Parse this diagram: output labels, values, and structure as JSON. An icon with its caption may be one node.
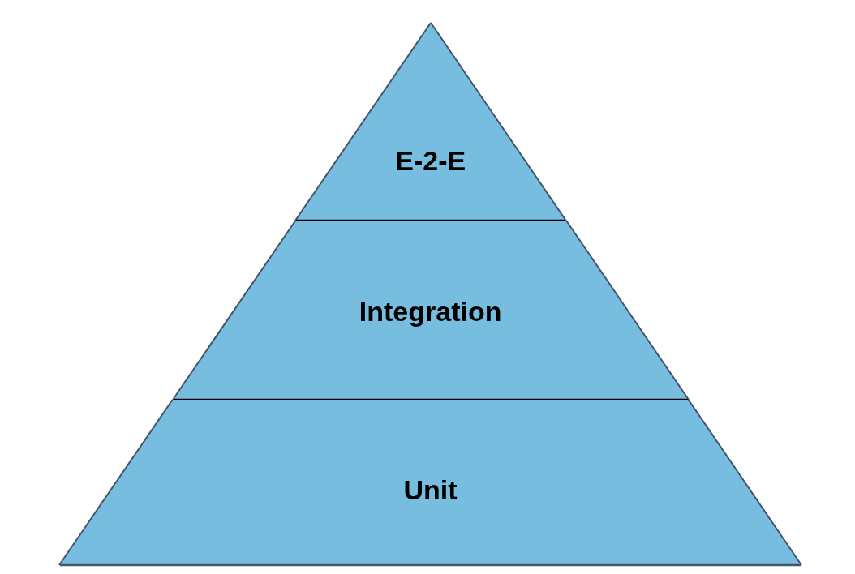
{
  "diagram": {
    "nodes": [
      {
        "text": [
          "E-2-E"
        ]
      },
      {
        "text": [
          "Integration"
        ]
      },
      {
        "text": [
          "Unit"
        ]
      }
    ]
  }
}
